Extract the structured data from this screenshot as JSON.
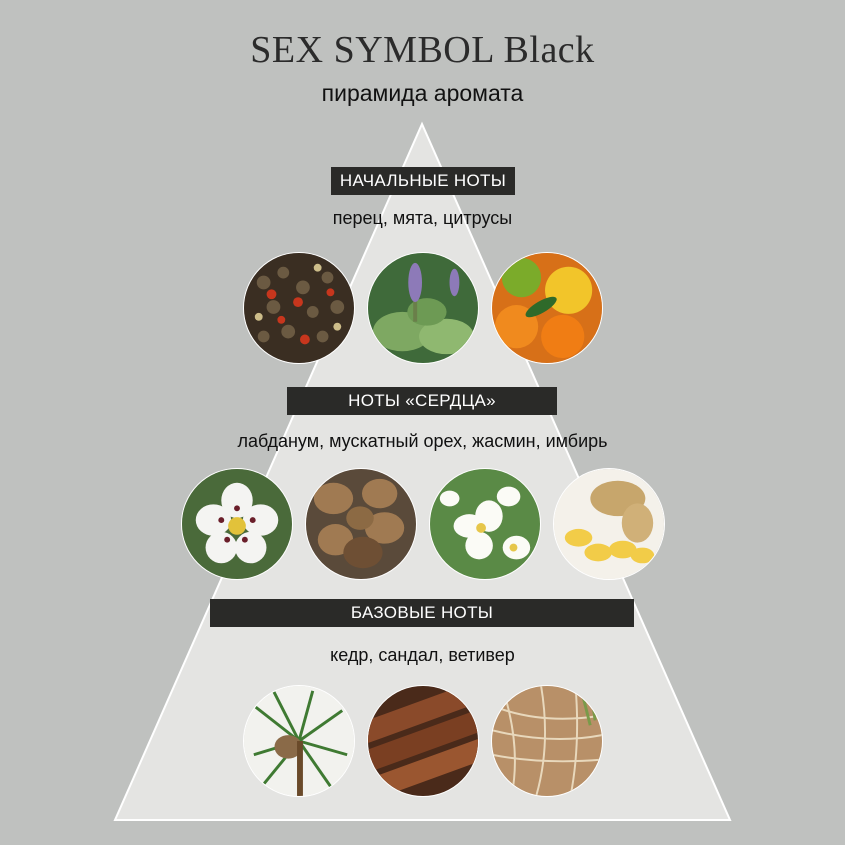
{
  "title": "SEX SYMBOL Black",
  "subtitle": "пирамида аромата",
  "tiers": [
    {
      "label": "НАЧАЛЬНЫЕ НОТЫ",
      "notes": "перец, мята, цитрусы",
      "images": [
        "pepper-photo",
        "mint-photo",
        "citrus-photo"
      ]
    },
    {
      "label": "НОТЫ «СЕРДЦА»",
      "notes": "лабданум, мускатный орех, жасмин, имбирь",
      "images": [
        "labdanum-flower-photo",
        "nutmeg-photo",
        "jasmine-photo",
        "ginger-photo"
      ]
    },
    {
      "label": "БАЗОВЫЕ НОТЫ",
      "notes": "кедр, сандал, ветивер",
      "images": [
        "cedar-photo",
        "sandalwood-photo",
        "vetiver-photo"
      ]
    }
  ],
  "colors": {
    "background": "#bfc1bf",
    "pyramid": "#e4e4e2",
    "band": "#2a2a28"
  }
}
